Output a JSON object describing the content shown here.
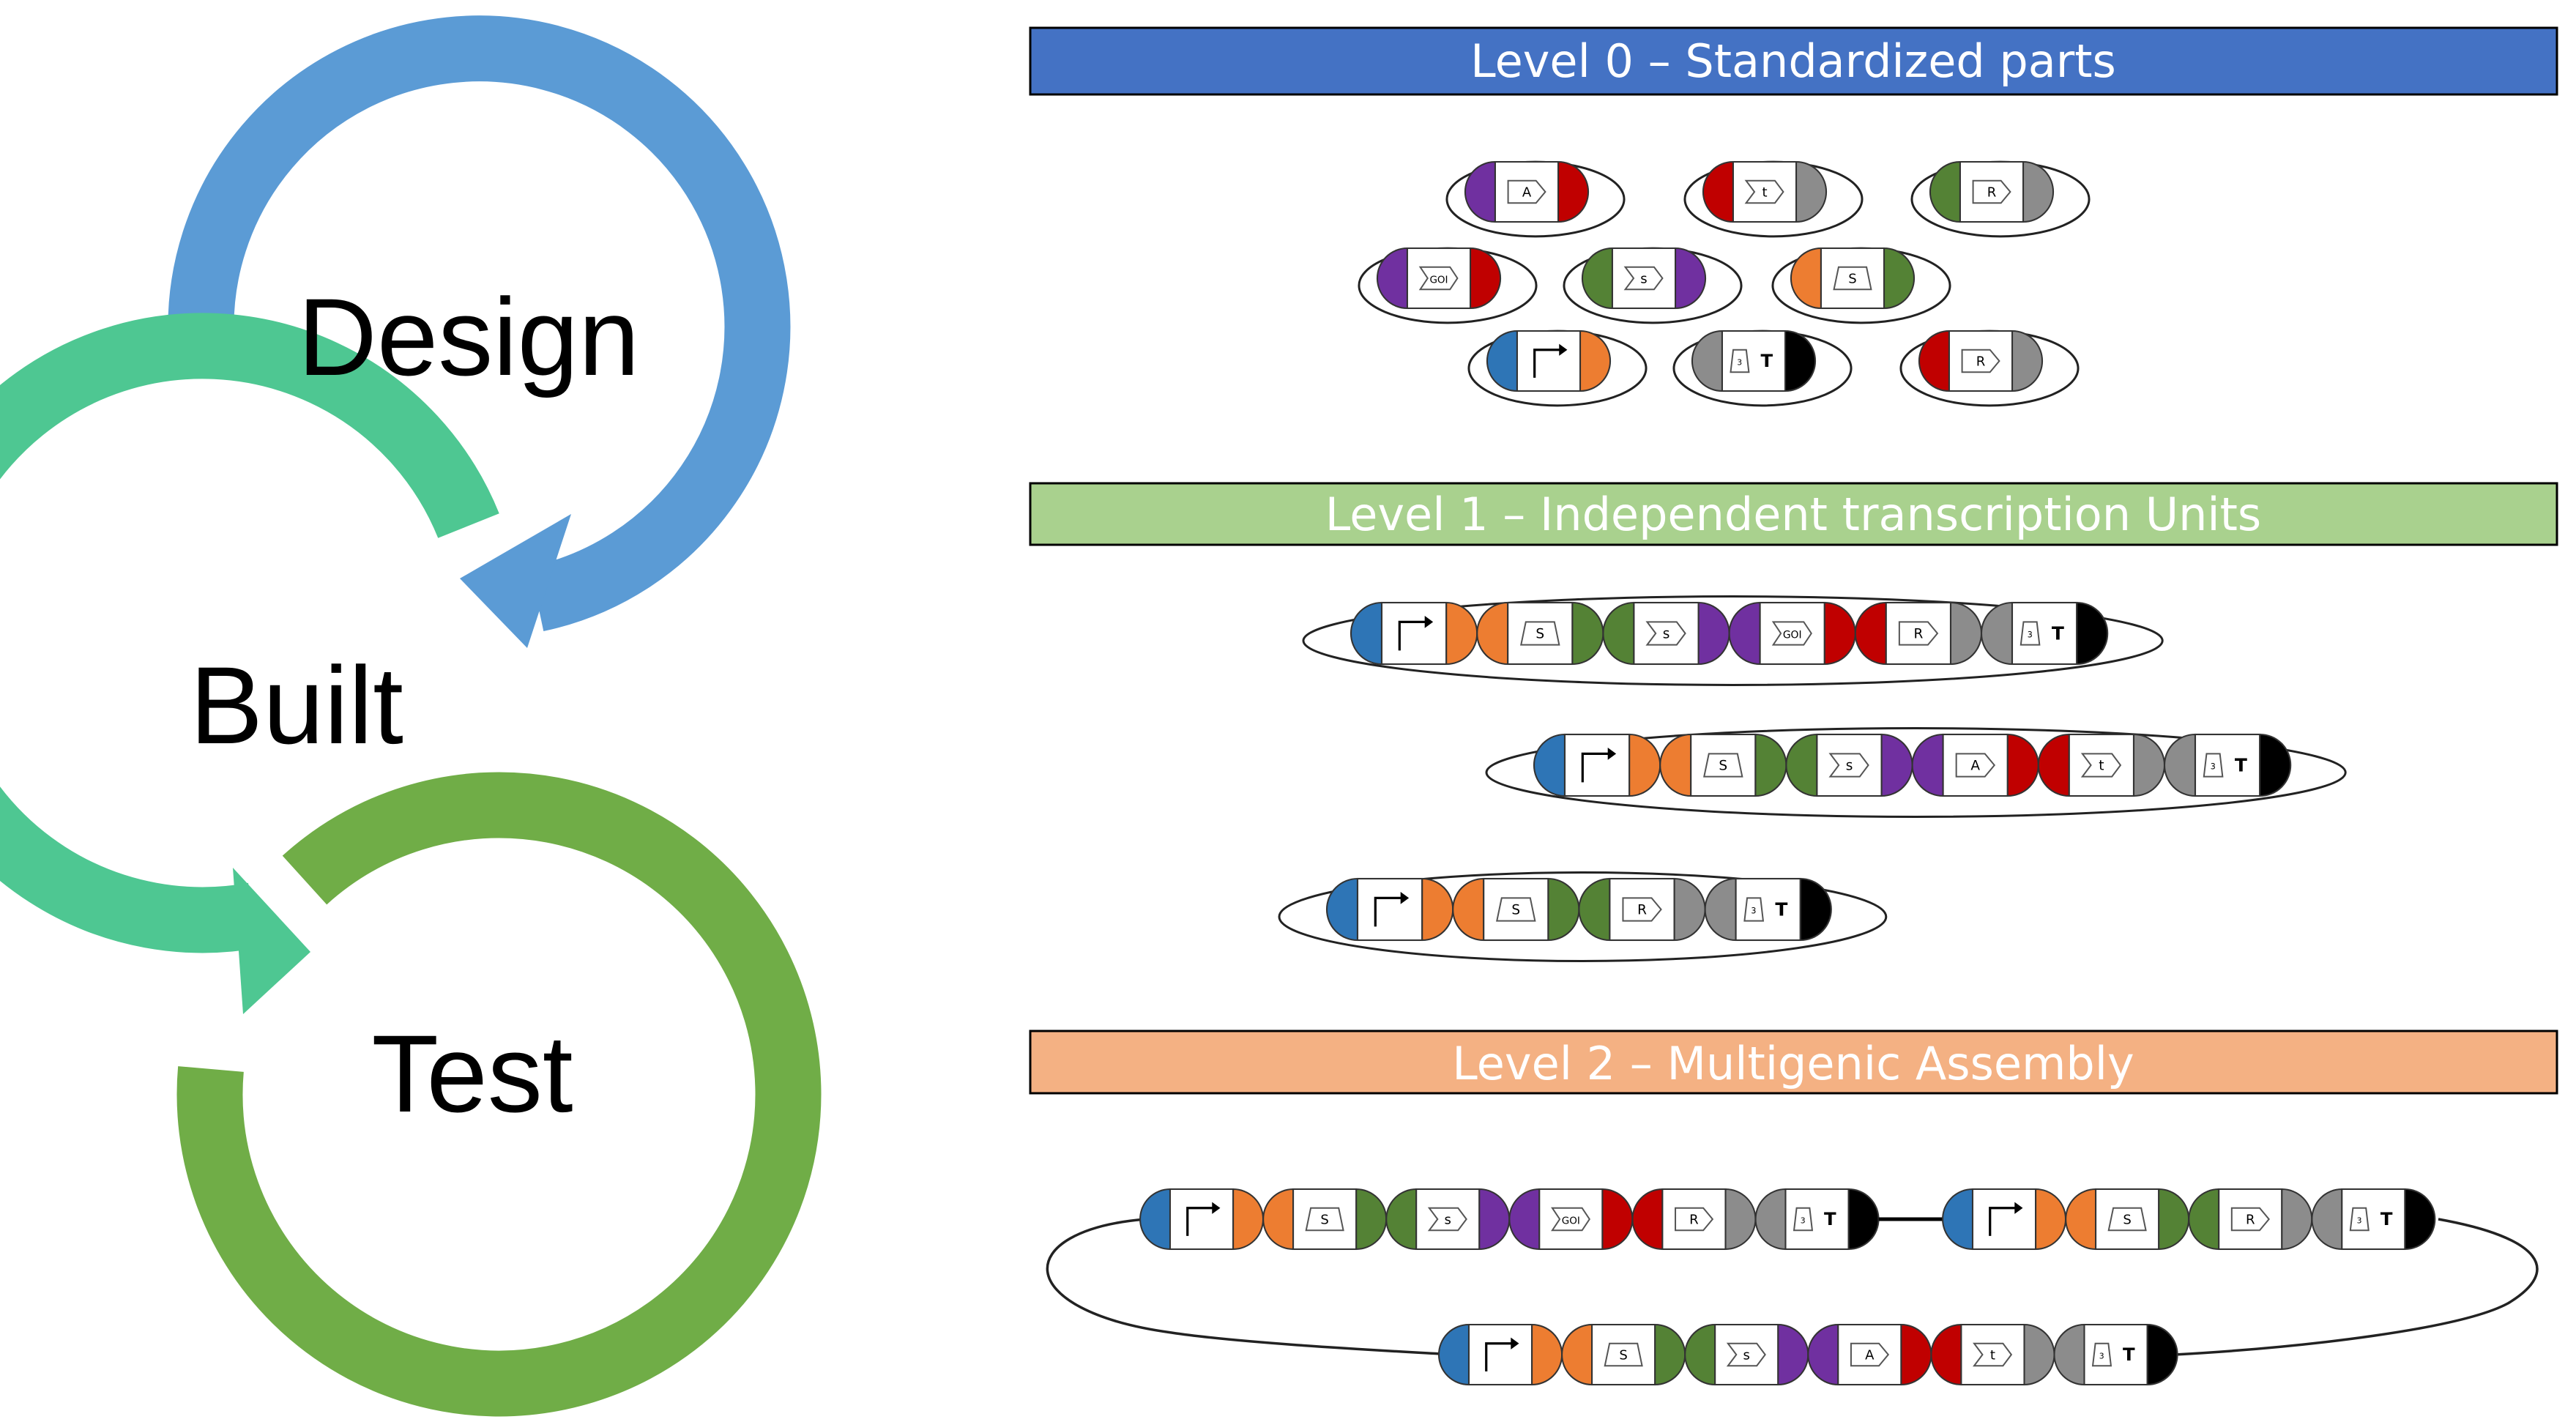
{
  "cycle": {
    "design": "Design",
    "built": "Built",
    "test": "Test",
    "colors": {
      "design": "#5B9BD5",
      "built": "#4EC792",
      "test": "#70AD47"
    }
  },
  "levels": [
    {
      "label": "Level 0 – Standardized parts",
      "fill": "#4472C4",
      "text_color": "#ffffff"
    },
    {
      "label": "Level 1 – Independent transcription Units",
      "fill": "#A9D18E",
      "text_color": "#ffffff"
    },
    {
      "label": "Level 2 – Multigenic Assembly",
      "fill": "#F4B183",
      "text_color": "#ffffff"
    }
  ],
  "part_colors": {
    "blue": "#2E75B6",
    "orange": "#ED7D31",
    "green": "#548235",
    "purple": "#7030A0",
    "red": "#C00000",
    "grey": "#8C8C8C",
    "black": "#000000"
  },
  "part_letters": {
    "A": "A",
    "t": "t",
    "R": "R",
    "GOI": "GOI",
    "S": "S",
    "s": "s",
    "T": "T",
    "three": "3"
  },
  "level0_parts": [
    {
      "left": "purple",
      "right": "red",
      "symbol": "A"
    },
    {
      "left": "red",
      "right": "grey",
      "symbol": "t"
    },
    {
      "left": "green",
      "right": "grey",
      "symbol": "R"
    },
    {
      "left": "purple",
      "right": "red",
      "symbol": "GOI"
    },
    {
      "left": "green",
      "right": "purple",
      "symbol": "s"
    },
    {
      "left": "orange",
      "right": "green",
      "symbol": "S"
    },
    {
      "left": "blue",
      "right": "orange",
      "symbol": "promoter"
    },
    {
      "left": "grey",
      "right": "black",
      "symbol": "T"
    },
    {
      "left": "red",
      "right": "grey",
      "symbol": "R"
    }
  ],
  "level1_units": [
    [
      "promoter",
      "S",
      "s",
      "GOI",
      "R",
      "T"
    ],
    [
      "promoter",
      "S",
      "s",
      "A",
      "t",
      "T"
    ],
    [
      "promoter",
      "S",
      "R",
      "T"
    ]
  ],
  "level2_assembly": {
    "top_left_unit": [
      "promoter",
      "S",
      "s",
      "GOI",
      "R",
      "T"
    ],
    "top_right_unit": [
      "promoter",
      "S",
      "R",
      "T"
    ],
    "bottom_unit": [
      "promoter",
      "S",
      "s",
      "A",
      "t",
      "T"
    ]
  }
}
